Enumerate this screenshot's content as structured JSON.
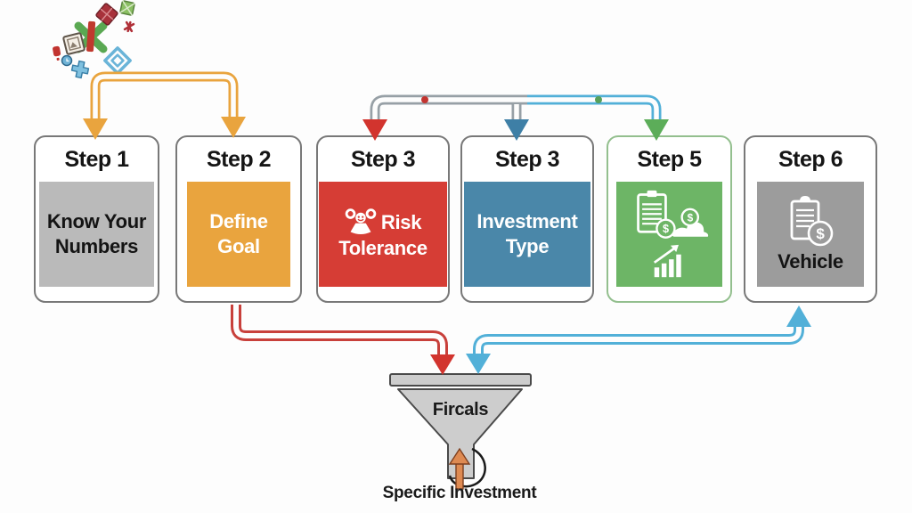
{
  "steps": [
    {
      "label": "Step 1",
      "title": "Know Your Numbers",
      "box_color": "#bababa",
      "text_color": "#141414"
    },
    {
      "label": "Step 2",
      "title": "Define Goal",
      "box_color": "#e9a43e",
      "text_color": "#ffffff"
    },
    {
      "label": "Step 3",
      "title": "Risk Tolerance",
      "box_color": "#d63d35",
      "text_color": "#ffffff",
      "icon": "risk-meter-icon"
    },
    {
      "label": "Step 3",
      "title": "Investment Type",
      "box_color": "#4a87a9",
      "text_color": "#ffffff"
    },
    {
      "label": "Step 5",
      "title": "",
      "box_color": "#6db566",
      "text_color": "#ffffff",
      "icon": "finance-growth-icon"
    },
    {
      "label": "Step 6",
      "title": "Vehicle",
      "box_color": "#9c9c9c",
      "text_color": "#141414",
      "icon": "clipboard-dollar-icon"
    }
  ],
  "funnel": {
    "label": "Fircals",
    "output_label": "Specific Investment"
  },
  "colors": {
    "orange_arrow": "#e9a43e",
    "red_arrow": "#d2342e",
    "red_line": "#c8403b",
    "steel_blue_arrow": "#3e7fa6",
    "light_blue_arrow": "#52b0d8",
    "green_arrow": "#5cad59",
    "gray_line": "#97a0a6",
    "red_dot": "#c23430",
    "green_dot": "#57a05a",
    "funnel_fill": "#cdcdcd",
    "funnel_border": "#4a4a4a",
    "funnel_arrow": "#de8a52",
    "background": "#fdfdfd"
  }
}
